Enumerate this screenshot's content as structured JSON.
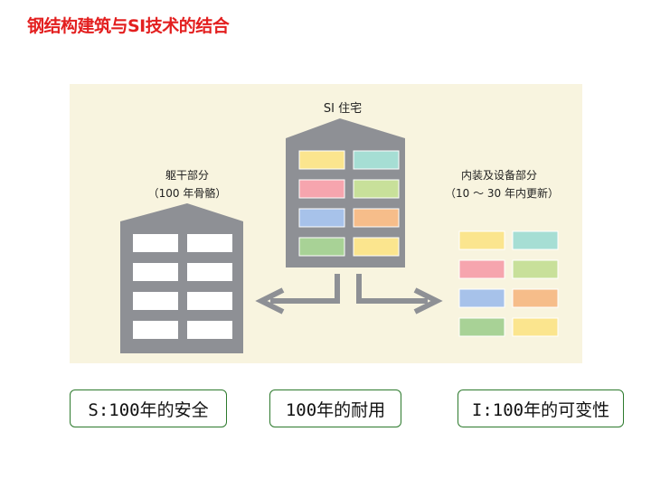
{
  "title": "钢结构建筑与SI技术的结合",
  "diagram": {
    "si_label": "SI 住宅",
    "skeleton_label": "躯干部分",
    "skeleton_sub": "（100 年骨骼）",
    "infill_label": "内装及设备部分",
    "infill_sub": "（10 ～ 30 年内更新）",
    "colors": {
      "panel": "#f8f4df",
      "building": "#8e9095",
      "window_white": "#ffffff",
      "yellow": "#fbe58e",
      "teal": "#a6ded4",
      "pink": "#f6a5ae",
      "green": "#c8e09a",
      "blue": "#a7c2ea",
      "orange": "#f6bd8a",
      "sage": "#a8d296"
    },
    "infill_grid": [
      [
        "yellow",
        "teal"
      ],
      [
        "pink",
        "green"
      ],
      [
        "blue",
        "orange"
      ],
      [
        "sage",
        "yellow"
      ]
    ]
  },
  "captions": [
    {
      "label": "S:100年的安全"
    },
    {
      "label": "100年的耐用"
    },
    {
      "label": "I:100年的可变性"
    }
  ]
}
